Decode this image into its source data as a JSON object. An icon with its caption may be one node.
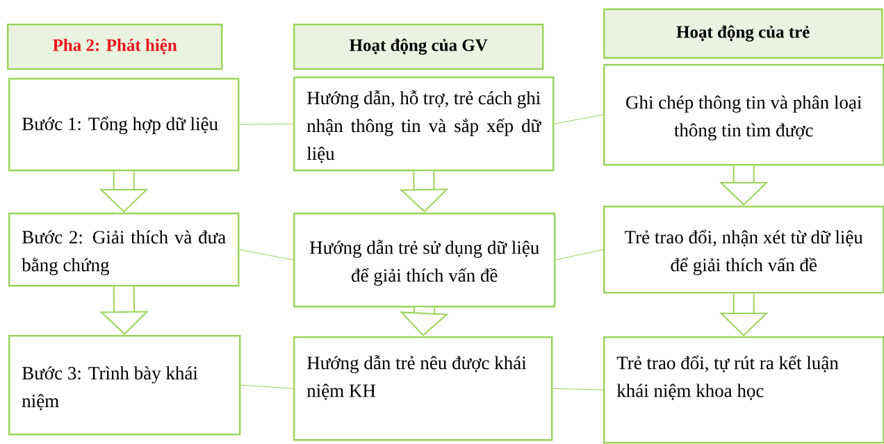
{
  "diagram": {
    "nodes": [
      {
        "text": [
          "Pha 2: Phát hiện"
        ]
      },
      {
        "text": [
          "Hoạt động của GV"
        ]
      },
      {
        "text": [
          "Hoạt động của trẻ"
        ]
      },
      {
        "text": [
          "Bước 1: Tổng hợp dữ liệu"
        ]
      },
      {
        "text": [
          "Hướng dẫn, hỗ trợ, trẻ cách ghi nhận thông tin và sắp xếp dữ liệu"
        ]
      },
      {
        "text": [
          "Ghi chép thông tin và phân loại thông tin tìm được"
        ]
      },
      {
        "text": [
          "Bước 2: Giải thích và đưa bằng chứng"
        ]
      },
      {
        "text": [
          "Hướng dẫn trẻ sử dụng dữ liệu để giải thích vấn đề"
        ]
      },
      {
        "text": [
          "Trẻ trao đổi, nhận xét từ dữ liệu để giải thích vấn đề"
        ]
      },
      {
        "text": [
          "Bước 3: Trình bày khái niệm"
        ]
      },
      {
        "text": [
          "Hướng dẫn trẻ nêu được khái niệm KH"
        ]
      },
      {
        "text": [
          "Trẻ trao đổi, tự rút ra kết luận khái niệm khoa học"
        ]
      }
    ],
    "edges": [
      {
        "from": 3,
        "to": 4,
        "arrow": "none"
      },
      {
        "from": 4,
        "to": 5,
        "arrow": "none"
      },
      {
        "from": 6,
        "to": 7,
        "arrow": "none"
      },
      {
        "from": 7,
        "to": 8,
        "arrow": "none"
      },
      {
        "from": 9,
        "to": 10,
        "arrow": "none"
      },
      {
        "from": 10,
        "to": 11,
        "arrow": "none"
      },
      {
        "from": 3,
        "to": 6,
        "arrow": "to",
        "style": "thick"
      },
      {
        "from": 6,
        "to": 9,
        "arrow": "to",
        "style": "thick"
      },
      {
        "from": 4,
        "to": 7,
        "arrow": "to",
        "style": "thick"
      },
      {
        "from": 7,
        "to": 10,
        "arrow": "to",
        "style": "thick"
      },
      {
        "from": 5,
        "to": 8,
        "arrow": "to",
        "style": "thick"
      },
      {
        "from": 8,
        "to": 11,
        "arrow": "to",
        "style": "thick"
      }
    ]
  }
}
